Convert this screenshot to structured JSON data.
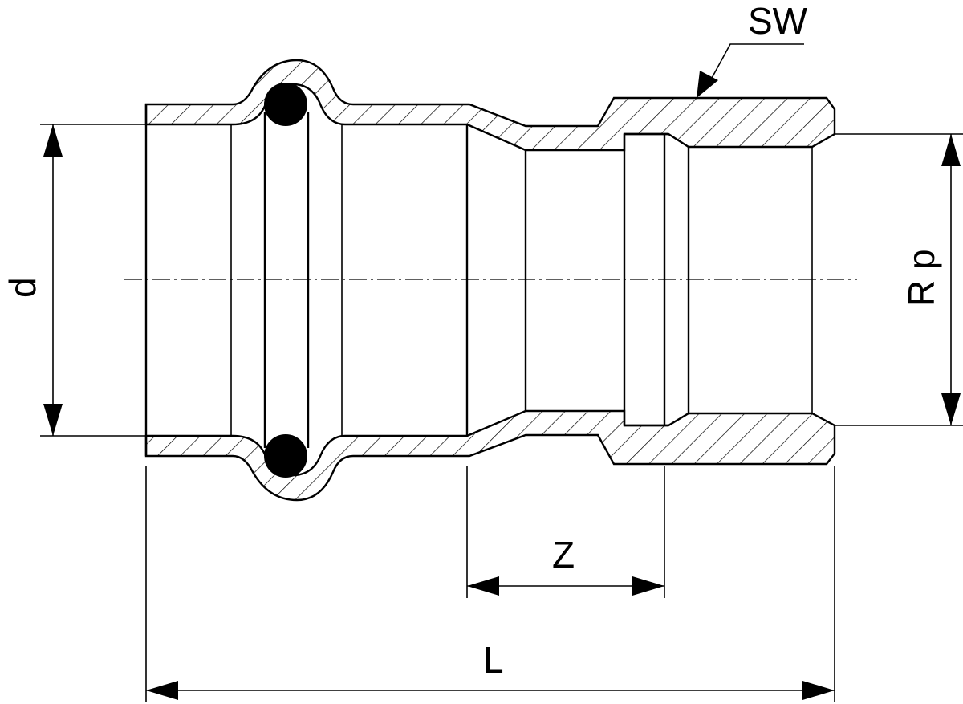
{
  "drawing": {
    "labels": {
      "sw": "SW",
      "d": "d",
      "rp": "R p",
      "z": "Z",
      "l": "L"
    },
    "colors": {
      "line": "#000000",
      "background": "#ffffff",
      "seal": "#000000"
    }
  }
}
